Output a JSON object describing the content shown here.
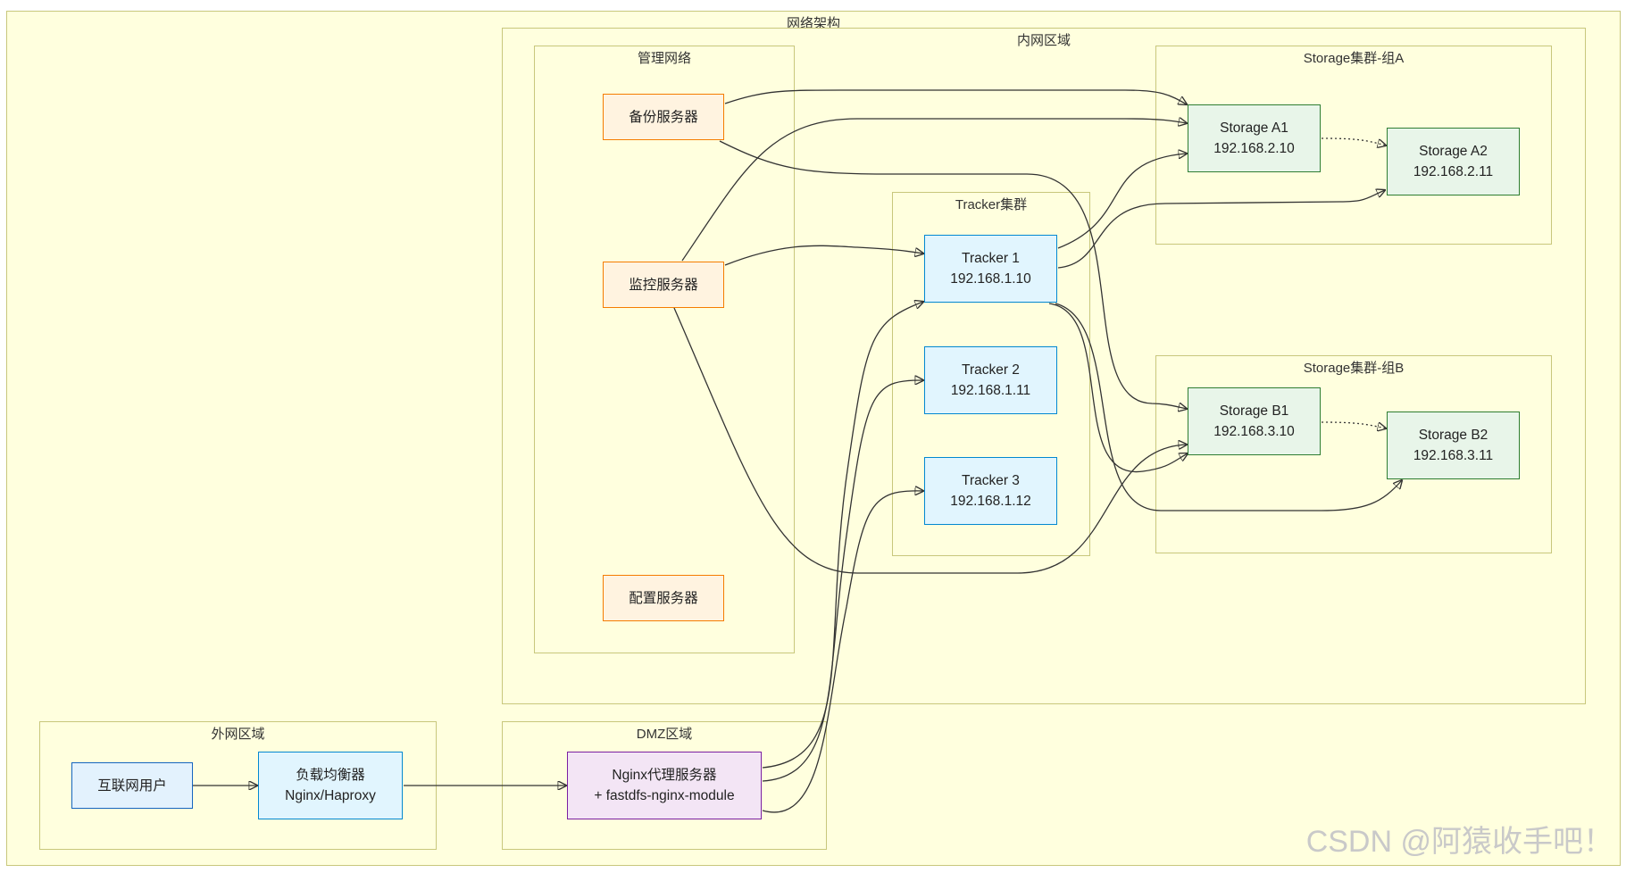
{
  "clusters": {
    "root": "网络架构",
    "intranet": "内网区域",
    "mgmt": "管理网络",
    "tracker": "Tracker集群",
    "storage_a": "Storage集群-组A",
    "storage_b": "Storage集群-组B",
    "internet": "外网区域",
    "dmz": "DMZ区域"
  },
  "nodes": {
    "backup": "备份服务器",
    "monitor": "监控服务器",
    "config": "配置服务器",
    "tracker1": {
      "name": "Tracker 1",
      "ip": "192.168.1.10"
    },
    "tracker2": {
      "name": "Tracker 2",
      "ip": "192.168.1.11"
    },
    "tracker3": {
      "name": "Tracker 3",
      "ip": "192.168.1.12"
    },
    "storage_a1": {
      "name": "Storage A1",
      "ip": "192.168.2.10"
    },
    "storage_a2": {
      "name": "Storage A2",
      "ip": "192.168.2.11"
    },
    "storage_b1": {
      "name": "Storage B1",
      "ip": "192.168.3.10"
    },
    "storage_b2": {
      "name": "Storage B2",
      "ip": "192.168.3.11"
    },
    "user": "互联网用户",
    "lb": {
      "name": "负载均衡器",
      "detail": "Nginx/Haproxy"
    },
    "nginx": {
      "name": "Nginx代理服务器",
      "detail": "+ fastdfs-nginx-module"
    }
  },
  "edges": [
    {
      "from": "user",
      "to": "lb",
      "style": "solid"
    },
    {
      "from": "lb",
      "to": "nginx",
      "style": "solid"
    },
    {
      "from": "nginx",
      "to": "tracker1",
      "style": "solid"
    },
    {
      "from": "nginx",
      "to": "tracker2",
      "style": "solid"
    },
    {
      "from": "nginx",
      "to": "tracker3",
      "style": "solid"
    },
    {
      "from": "tracker1",
      "to": "storage_a1",
      "style": "solid"
    },
    {
      "from": "tracker1",
      "to": "storage_a2",
      "style": "solid"
    },
    {
      "from": "tracker1",
      "to": "storage_b1",
      "style": "solid"
    },
    {
      "from": "tracker1",
      "to": "storage_b2",
      "style": "solid"
    },
    {
      "from": "storage_a1",
      "to": "storage_a2",
      "style": "dotted"
    },
    {
      "from": "storage_b1",
      "to": "storage_b2",
      "style": "dotted"
    },
    {
      "from": "backup",
      "to": "storage_a1",
      "style": "solid"
    },
    {
      "from": "backup",
      "to": "storage_b1",
      "style": "solid"
    },
    {
      "from": "monitor",
      "to": "tracker1",
      "style": "solid"
    },
    {
      "from": "monitor",
      "to": "storage_a1",
      "style": "solid"
    },
    {
      "from": "monitor",
      "to": "storage_b1",
      "style": "solid"
    }
  ],
  "watermark": "CSDN @阿猿收手吧！"
}
